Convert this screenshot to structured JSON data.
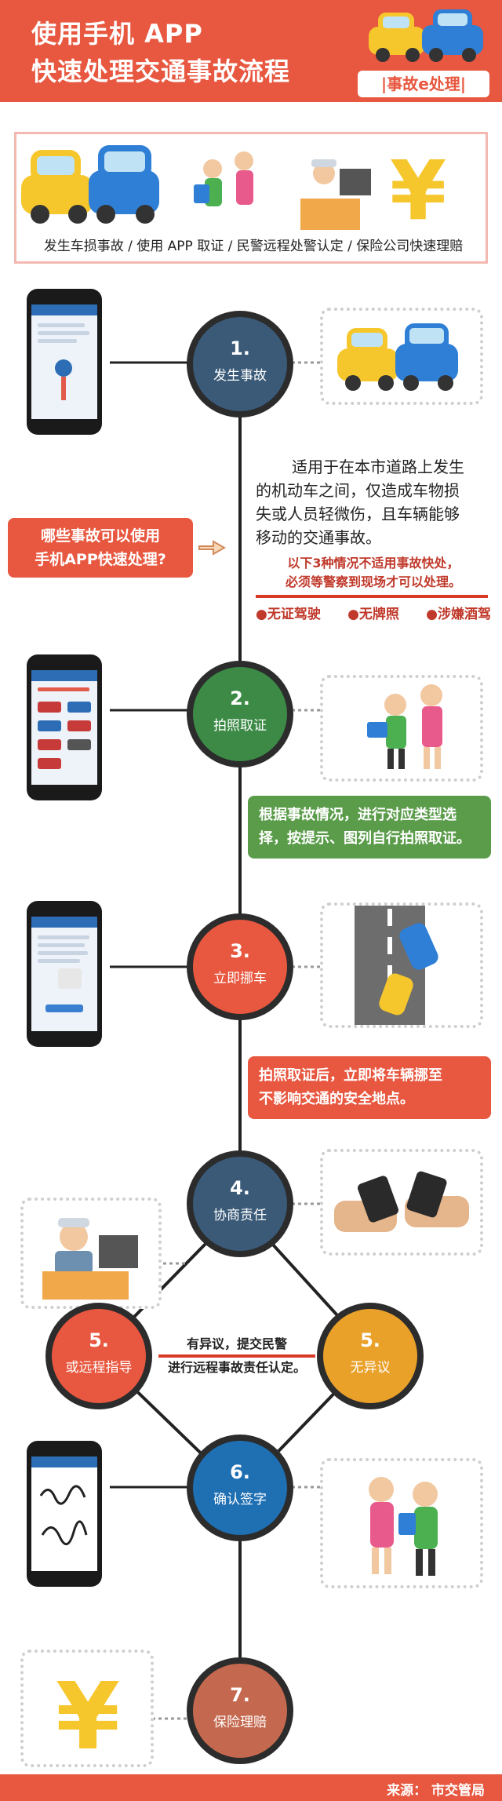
{
  "header": {
    "title_line1": "使用手机 APP",
    "title_line2": "快速处理交通事故流程",
    "badge": "|事故e处理|"
  },
  "overview": {
    "caption": "发生车损事故 / 使用 APP 取证 / 民警远程处警认定 / 保险公司快速理赔"
  },
  "steps": [
    {
      "num": "1.",
      "label": "发生事故"
    },
    {
      "num": "2.",
      "label": "拍照取证"
    },
    {
      "num": "3.",
      "label": "立即挪车"
    },
    {
      "num": "4.",
      "label": "协商责任"
    },
    {
      "num": "5.",
      "label": "或远程指导"
    },
    {
      "num": "5.",
      "label": "无异议"
    },
    {
      "num": "6.",
      "label": "确认签字"
    },
    {
      "num": "7.",
      "label": "保险理赔"
    }
  ],
  "scope": {
    "question_line1": "哪些事故可以使用",
    "question_line2": "手机APP快速处理?",
    "description_lines": [
      "适用于在本市道路上发生",
      "的机动车之间，仅造成车物损",
      "失或人员轻微伤，且车辆能够",
      "移动的交通事故。"
    ],
    "exclusion_line1": "以下3种情况不适用事故快处，",
    "exclusion_line2": "必须等警察到现场才可以处理。",
    "exclusions": [
      "●无证驾驶",
      "●无牌照",
      "●涉嫌酒驾"
    ]
  },
  "photo_tip": {
    "line1": "根据事故情况，进行对应类型选",
    "line2": "择，按提示、图列自行拍照取证。"
  },
  "move_tip": {
    "line1": "拍照取证后，立即将车辆挪至",
    "line2": "不影响交通的安全地点。"
  },
  "dispute": {
    "line1": "有异议，提交民警",
    "line2": "进行远程事故责任认定。"
  },
  "footer": {
    "source": "来源：  市交管局"
  },
  "colors": {
    "header": "#e8573f",
    "step1": "#3a5a78",
    "step2": "#3c8a46",
    "step3": "#e8573f",
    "step4": "#3a5a78",
    "step5a": "#e8573f",
    "step5b": "#e9a12a",
    "step6": "#1f6fb3",
    "step7": "#c4694f",
    "green_box": "#5a9c4a",
    "red_box": "#e8573f"
  }
}
